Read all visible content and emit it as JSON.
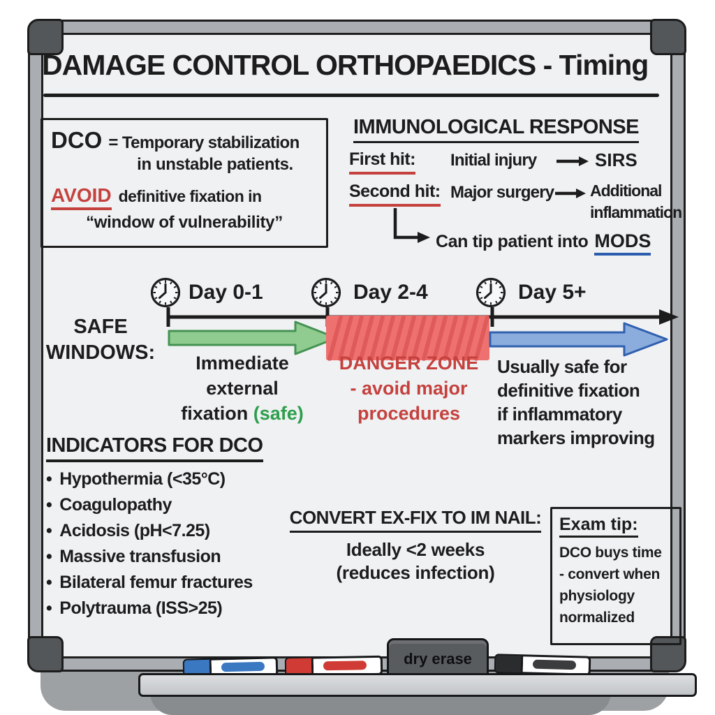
{
  "title": "DAMAGE CONTROL ORTHOPAEDICS - Timing",
  "dco_box": {
    "term": "DCO",
    "definition_line1": "= Temporary stabilization",
    "definition_line2": "in unstable patients.",
    "avoid_word": "AVOID",
    "avoid_text": "definitive fixation in",
    "avoid_line2": "“window of vulnerability”"
  },
  "immunological": {
    "header": "IMMUNOLOGICAL RESPONSE",
    "first_hit": {
      "label": "First hit:",
      "cause": "Initial injury",
      "result": "SIRS"
    },
    "second_hit": {
      "label": "Second hit:",
      "cause": "Major surgery",
      "result_line1": "Additional",
      "result_line2": "inflammation"
    },
    "mods_line": {
      "text": "Can tip patient into",
      "highlight": "MODS"
    }
  },
  "timeline": {
    "label_line1": "SAFE",
    "label_line2": "WINDOWS:",
    "days": [
      "Day 0-1",
      "Day 2-4",
      "Day 5+"
    ],
    "phase1": {
      "lines": [
        "Immediate",
        "external",
        "fixation"
      ],
      "suffix": "(safe)"
    },
    "phase2": {
      "lines": [
        "DANGER ZONE",
        "- avoid major",
        "procedures"
      ]
    },
    "phase3": {
      "lines": [
        "Usually safe for",
        "definitive fixation",
        "if inflammatory",
        "markers improving"
      ]
    }
  },
  "indicators": {
    "header": "INDICATORS FOR DCO",
    "bullet": "•",
    "items": [
      "Hypothermia (<35°C)",
      "Coagulopathy",
      "Acidosis (pH<7.25)",
      "Massive transfusion",
      "Bilateral femur fractures",
      "Polytrauma (ISS>25)"
    ]
  },
  "convert": {
    "header": "CONVERT EX-FIX TO IM NAIL:",
    "line1": "Ideally <2 weeks",
    "line2": "(reduces infection)"
  },
  "exam_tip": {
    "header": "Exam tip:",
    "lines": [
      "DCO buys time",
      "- convert when",
      "physiology",
      "normalized"
    ]
  },
  "tray": {
    "eraser_label": "dry erase"
  },
  "colors": {
    "board_bg": "#eff1f3",
    "ink": "#1c1c1c",
    "red": "#c5413e",
    "green_fill": "#90cc90",
    "green_stroke": "#459252",
    "green_text": "#2e9e4c",
    "danger_fill": "#ee7170",
    "danger_hatch": "#d85250",
    "blue_fill": "#8badde",
    "blue_stroke": "#2f5fae",
    "mods_underline": "#2c5cae",
    "frame": "#aaaeb2",
    "corner_cap": "#53575a",
    "tray_bar": "#c5c8cb",
    "eraser_body": "#595c5f",
    "marker_blue": "#3b78c2",
    "marker_red": "#d03c35",
    "marker_black": "#2a2c2e"
  }
}
